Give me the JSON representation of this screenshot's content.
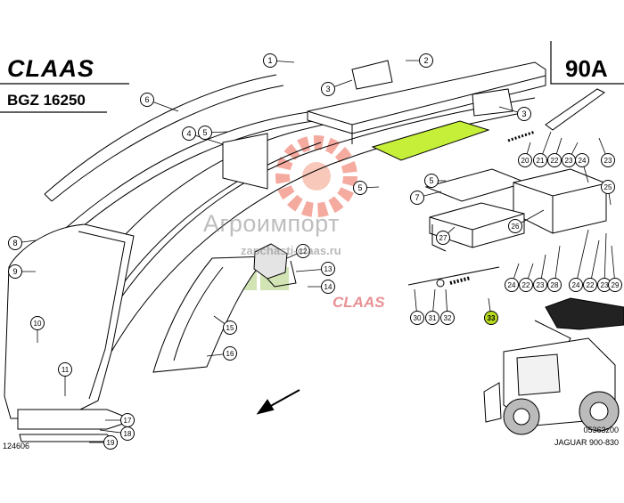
{
  "header": {
    "brand": "CLAAS",
    "model": "BGZ 16250",
    "page_code": "90A"
  },
  "footer": {
    "drawing_number": "124606",
    "image_code": "05363z00",
    "machine": "JAGUAR 900-830"
  },
  "watermark": {
    "company": "Агроимпорт",
    "site": "zapchasti-claas.ru",
    "brand": "CLAAS"
  },
  "callouts": [
    {
      "n": "1"
    },
    {
      "n": "2"
    },
    {
      "n": "3"
    },
    {
      "n": "3"
    },
    {
      "n": "4"
    },
    {
      "n": "5"
    },
    {
      "n": "5"
    },
    {
      "n": "5"
    },
    {
      "n": "6"
    },
    {
      "n": "7"
    },
    {
      "n": "8"
    },
    {
      "n": "9"
    },
    {
      "n": "10"
    },
    {
      "n": "11"
    },
    {
      "n": "12"
    },
    {
      "n": "13"
    },
    {
      "n": "14"
    },
    {
      "n": "15"
    },
    {
      "n": "16"
    },
    {
      "n": "17"
    },
    {
      "n": "18"
    },
    {
      "n": "19"
    },
    {
      "n": "20"
    },
    {
      "n": "21"
    },
    {
      "n": "22"
    },
    {
      "n": "23"
    },
    {
      "n": "24"
    },
    {
      "n": "23"
    },
    {
      "n": "25"
    },
    {
      "n": "26"
    },
    {
      "n": "27"
    },
    {
      "n": "24"
    },
    {
      "n": "22"
    },
    {
      "n": "23"
    },
    {
      "n": "28"
    },
    {
      "n": "24"
    },
    {
      "n": "22"
    },
    {
      "n": "23"
    },
    {
      "n": "29"
    },
    {
      "n": "30"
    },
    {
      "n": "31"
    },
    {
      "n": "32"
    },
    {
      "n": "33",
      "highlight": true
    }
  ],
  "colors": {
    "highlight_part": "#c6ef3a",
    "highlight_callout": "#b7dc1f",
    "watermark_red": "#d2232a",
    "watermark_green": "#8bb83a"
  }
}
